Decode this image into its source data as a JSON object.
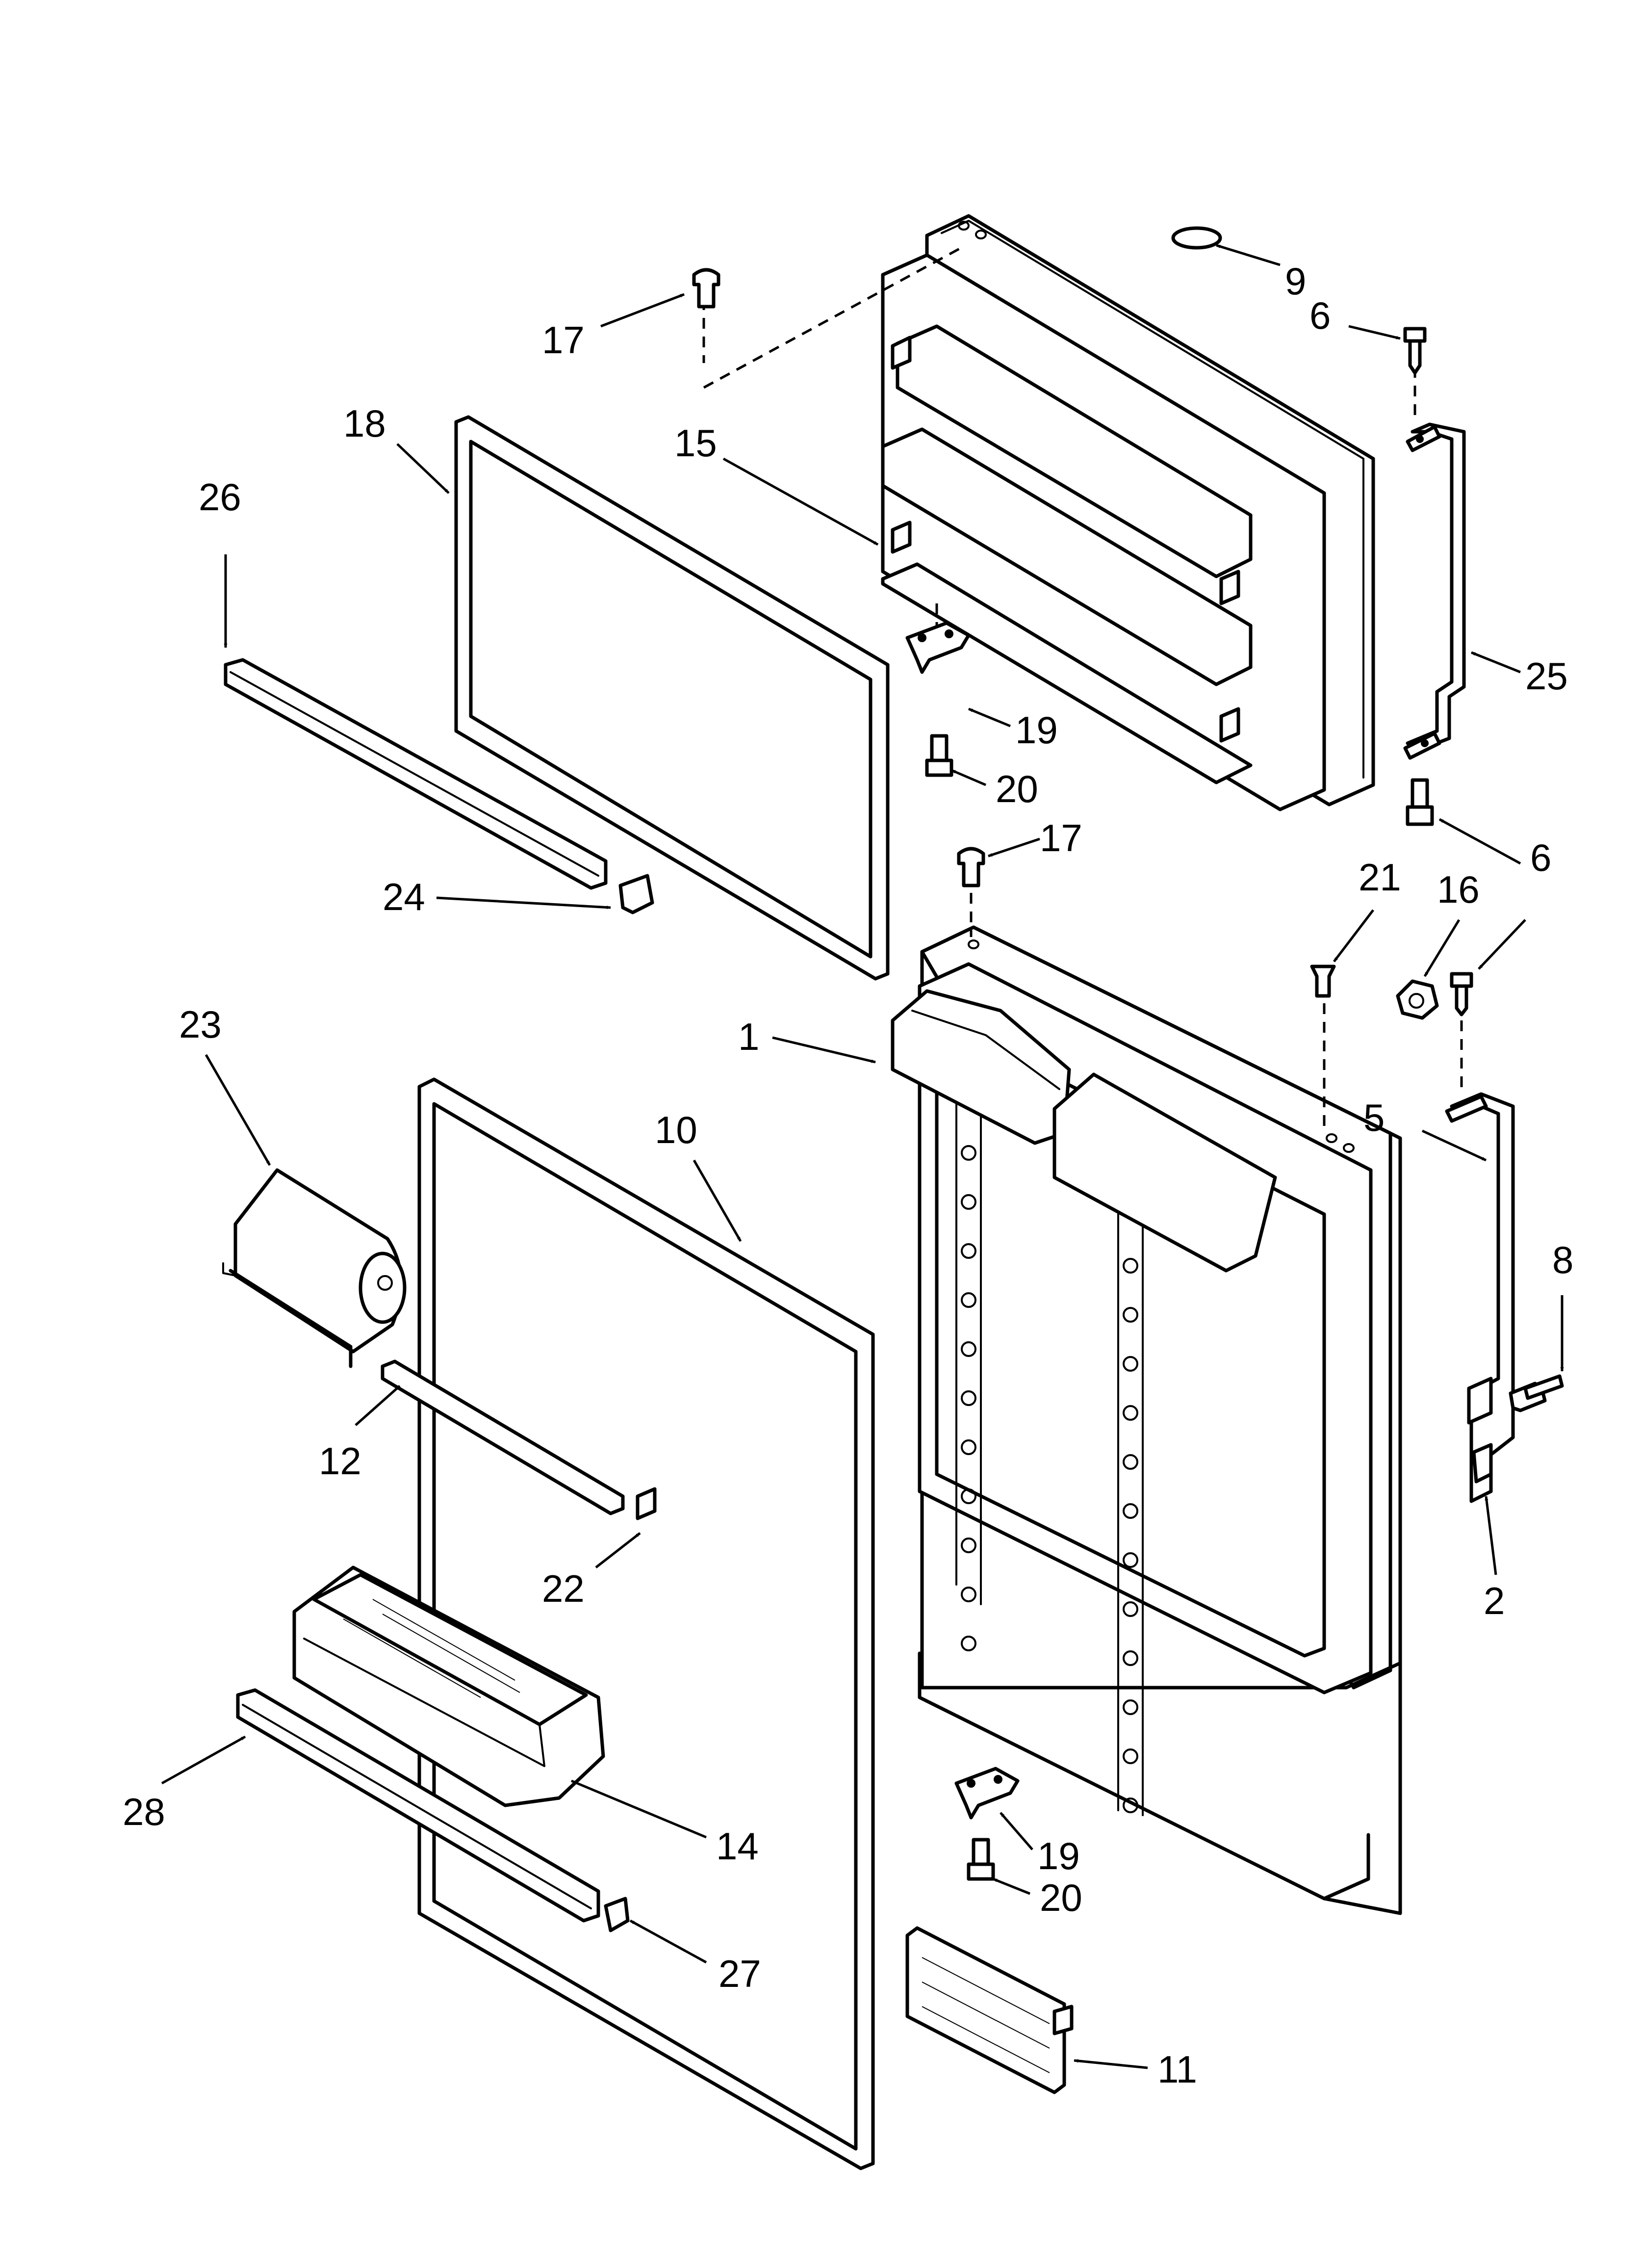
{
  "diagram": {
    "type": "exploded-parts-view",
    "callouts": [
      "1",
      "2",
      "5",
      "6",
      "6",
      "8",
      "9",
      "10",
      "11",
      "12",
      "14",
      "15",
      "16",
      "17",
      "17",
      "18",
      "19",
      "19",
      "20",
      "20",
      "21",
      "22",
      "23",
      "24",
      "25",
      "26",
      "27",
      "28"
    ]
  },
  "colors": {
    "line": "#000000",
    "background": "#ffffff"
  }
}
